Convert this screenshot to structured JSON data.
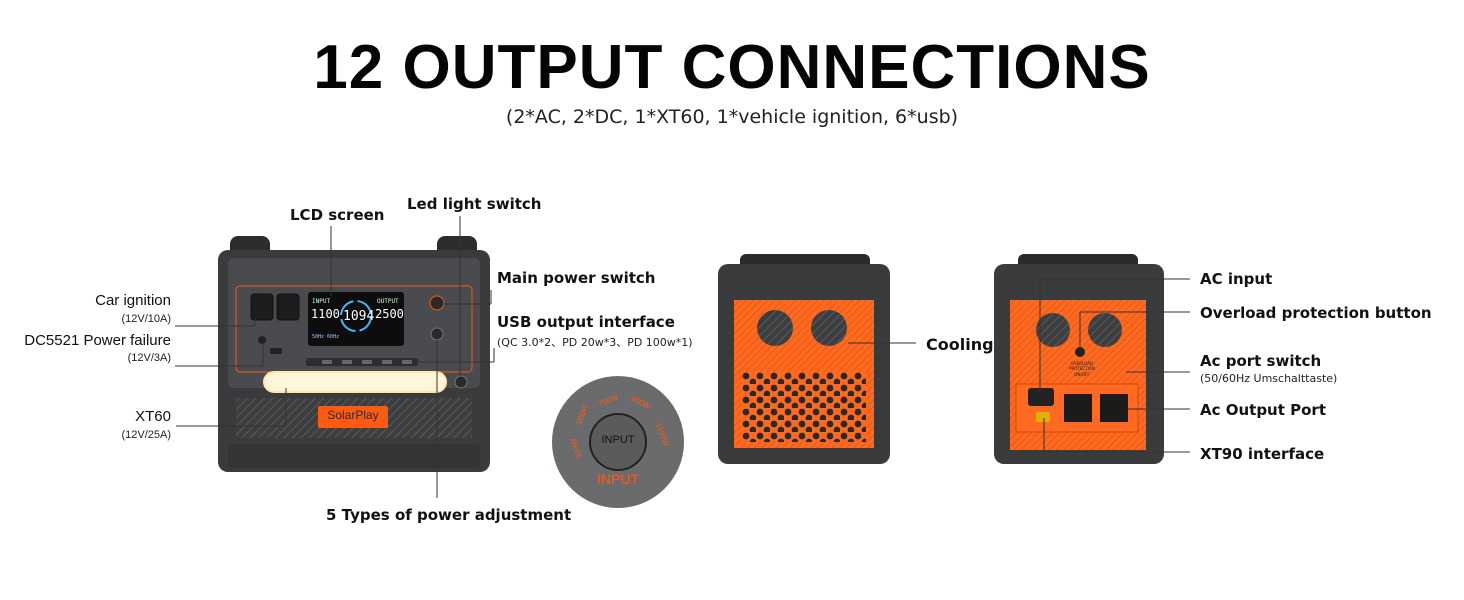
{
  "heading": {
    "title": "12 OUTPUT CONNECTIONS",
    "subtitle": "(2*AC, 2*DC, 1*XT60, 1*vehicle ignition, 6*usb)"
  },
  "front_view": {
    "brand": "SolarPlay",
    "lcd": {
      "left_value": "1100",
      "center_value": "1094",
      "right_value": "2500",
      "left_tag": "INPUT",
      "right_tag": "OUTPUT",
      "bottom_tag": "50Hz 60Hz"
    },
    "labels": {
      "car_ignition": "Car ignition",
      "car_ignition_spec": "(12V/10A)",
      "dc5521": "DC5521 Power failure",
      "dc5521_spec": "(12V/3A)",
      "xt60": "XT60",
      "xt60_spec": "(12V/25A)",
      "lcd_screen": "LCD screen",
      "led_switch": "Led light switch",
      "main_switch": "Main power switch",
      "usb_output": "USB output interface",
      "usb_output_spec": "(QC 3.0*2、PD 20w*3、PD 100w*1)",
      "power_adjust": "5 Types of power adjustment"
    }
  },
  "knob": {
    "center_label": "INPUT",
    "bottom_label": "INPUT",
    "ring_labels": [
      "500W",
      "700W",
      "900W",
      "1100W",
      "300W"
    ]
  },
  "side_view": {
    "labels": {
      "cooling": "Cooling"
    }
  },
  "rear_view": {
    "panel_text": [
      "OVERLOAD PROTECTION",
      "ON/OFF"
    ],
    "labels": {
      "ac_input": "AC input",
      "overload": "Overload protection button",
      "ac_switch": "Ac port switch",
      "ac_switch_spec": "(50/60Hz Umschalttaste)",
      "ac_output": "Ac Output Port",
      "xt90": "XT90 interface"
    }
  },
  "colors": {
    "body_dark": "#3a3b3d",
    "panel": "#4a4b4e",
    "accent_orange": "#ff5a14",
    "led": "#fff6d8",
    "knob": "#6a6b6d"
  }
}
